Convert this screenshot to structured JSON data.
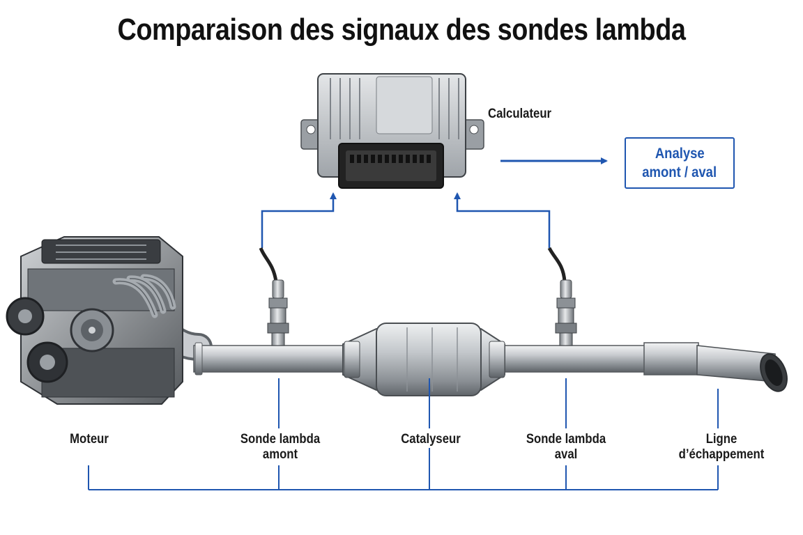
{
  "title": "Comparaison des signaux des sondes lambda",
  "ecu": {
    "label": "Calculateur"
  },
  "analysis": {
    "line1": "Analyse",
    "line2": "amont / aval"
  },
  "components": {
    "engine": {
      "line1": "Moteur"
    },
    "upstream": {
      "line1": "Sonde lambda",
      "line2": "amont"
    },
    "catalyst": {
      "line1": "Catalyseur"
    },
    "downstream": {
      "line1": "Sonde lambda",
      "line2": "aval"
    },
    "exhaust": {
      "line1": "Ligne",
      "line2": "d’échappement"
    }
  },
  "colors": {
    "accent_blue": "#1f56b0",
    "metal_light": "#d9dcdf",
    "metal_dark": "#6b7075",
    "text": "#1a1a1a"
  }
}
